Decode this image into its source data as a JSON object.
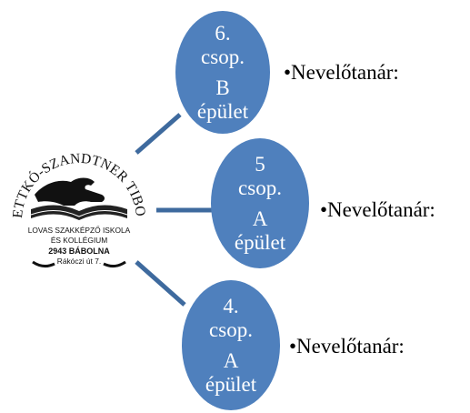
{
  "logo": {
    "arc_text": "PETTKÓ-SZANDTNER TIBOR",
    "line1": "LOVAS SZAKKÉPZŐ ISKOLA",
    "line2": "ÉS KOLLÉGIUM",
    "line3": "2943 BÁBOLNA",
    "line4": "Rákóczi út 7."
  },
  "nodes": [
    {
      "line1": "6.",
      "line2": "csop.",
      "line3": "B",
      "line4": "épület",
      "label": "•Nevelőtanár:"
    },
    {
      "line1": "5",
      "line2": "csop.",
      "line3": "A",
      "line4": "épület",
      "label": "•Nevelőtanár:"
    },
    {
      "line1": "4.",
      "line2": "csop.",
      "line3": "A",
      "line4": "épület",
      "label": "•Nevelőtanár:"
    }
  ],
  "colors": {
    "node_fill": "#4f80bd",
    "connector": "#3e6a9e",
    "text_on_node": "#ffffff",
    "label_text": "#000000"
  }
}
